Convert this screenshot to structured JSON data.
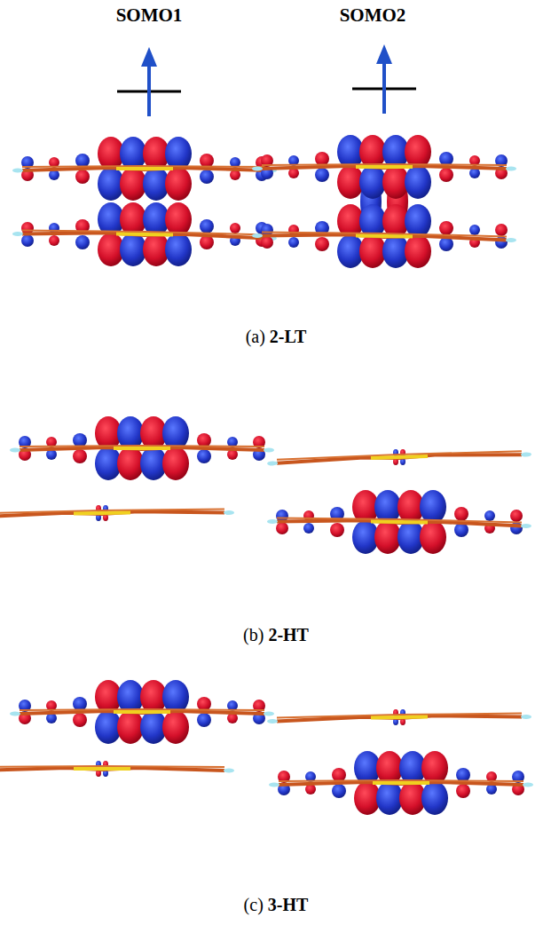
{
  "diagram": {
    "labels": [
      "SOMO1",
      "SOMO2",
      "(a) 2-LT",
      "(b) 2-HT",
      "(c) 3-HT"
    ]
  }
}
